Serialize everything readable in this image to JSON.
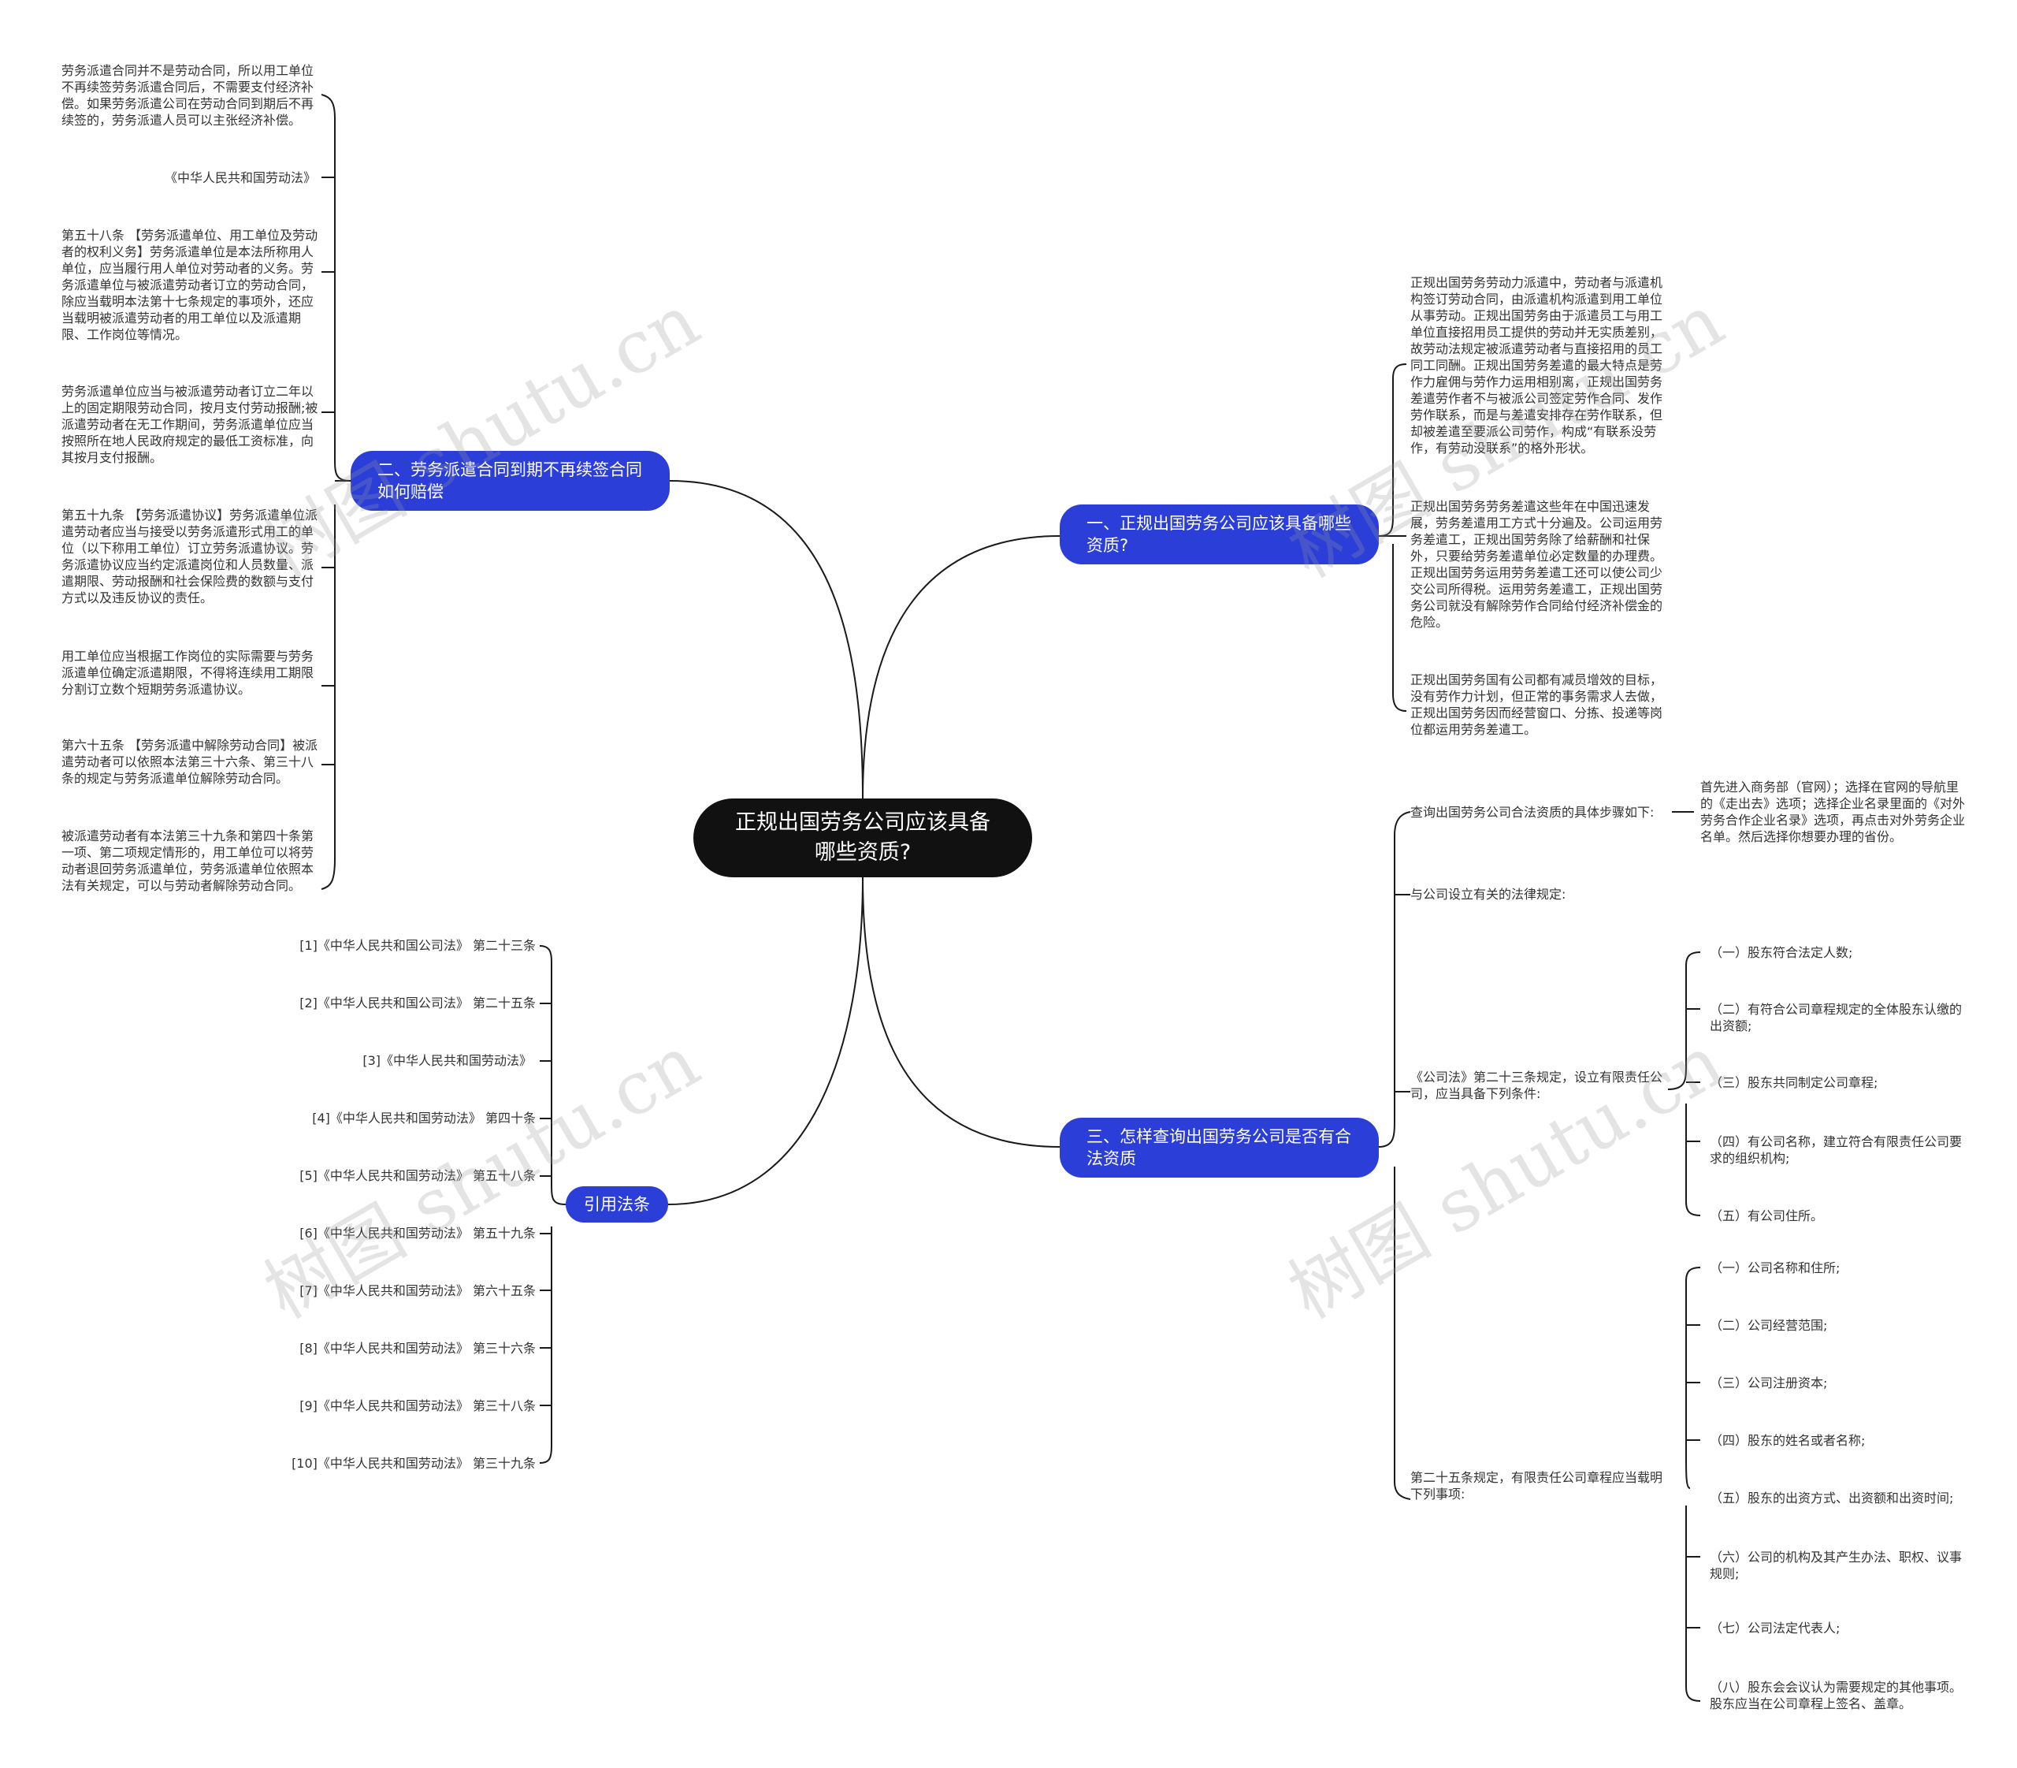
{
  "root": "正规出国劳务公司应该具备哪些资质?",
  "branches": {
    "b1": "一、正规出国劳务公司应该具备哪些资质?",
    "b2": "二、劳务派遣合同到期不再续签合同如何赔偿",
    "b3": "三、怎样查询出国劳务公司是否有合法资质",
    "b4": "引用法条"
  },
  "b1_leaves": [
    "正规出国劳务劳动力派遣中，劳动者与派遣机构签订劳动合同，由派遣机构派遣到用工单位从事劳动。正规出国劳务由于派遣员工与用工单位直接招用员工提供的劳动并无实质差别，故劳动法规定被派遣劳动者与直接招用的员工同工同酬。正规出国劳务差遣的最大特点是劳作力雇佣与劳作力运用相别离，正规出国劳务差遣劳作者不与被派公司签定劳作合同、发作劳作联系，而是与差遣安排存在劳作联系，但却被差遣至要派公司劳作，构成“有联系没劳作，有劳动没联系”的格外形状。",
    "正规出国劳务劳务差遣这些年在中国迅速发展，劳务差遣用工方式十分遍及。公司运用劳务差遣工，正规出国劳务除了给薪酬和社保外，只要给劳务差遣单位必定数量的办理费。正规出国劳务运用劳务差遣工还可以使公司少交公司所得税。运用劳务差遣工，正规出国劳务公司就没有解除劳作合同给付经济补偿金的危险。",
    "正规出国劳务国有公司都有减员增效的目标，没有劳作力计划，但正常的事务需求人去做，正规出国劳务因而经营窗口、分拣、投递等岗位都运用劳务差遣工。"
  ],
  "b2_leaves": [
    "劳务派遣合同并不是劳动合同，所以用工单位不再续签劳务派遣合同后，不需要支付经济补偿。如果劳务派遣公司在劳动合同到期后不再续签的，劳务派遣人员可以主张经济补偿。",
    "《中华人民共和国劳动法》",
    "第五十八条 【劳务派遣单位、用工单位及劳动者的权利义务】劳务派遣单位是本法所称用人单位，应当履行用人单位对劳动者的义务。劳务派遣单位与被派遣劳动者订立的劳动合同，除应当载明本法第十七条规定的事项外，还应当载明被派遣劳动者的用工单位以及派遣期限、工作岗位等情况。",
    "劳务派遣单位应当与被派遣劳动者订立二年以上的固定期限劳动合同，按月支付劳动报酬;被派遣劳动者在无工作期间，劳务派遣单位应当按照所在地人民政府规定的最低工资标准，向其按月支付报酬。",
    "第五十九条 【劳务派遣协议】劳务派遣单位派遣劳动者应当与接受以劳务派遣形式用工的单位（以下称用工单位）订立劳务派遣协议。劳务派遣协议应当约定派遣岗位和人员数量、派遣期限、劳动报酬和社会保险费的数额与支付方式以及违反协议的责任。",
    "用工单位应当根据工作岗位的实际需要与劳务派遣单位确定派遣期限，不得将连续用工期限分割订立数个短期劳务派遣协议。",
    "第六十五条 【劳务派遣中解除劳动合同】被派遣劳动者可以依照本法第三十六条、第三十八条的规定与劳务派遣单位解除劳动合同。",
    "被派遣劳动者有本法第三十九条和第四十条第一项、第二项规定情形的，用工单位可以将劳动者退回劳务派遣单位，劳务派遣单位依照本法有关规定，可以与劳动者解除劳动合同。"
  ],
  "b3_mid": [
    "查询出国劳务公司合法资质的具体步骤如下:",
    "与公司设立有关的法律规定:",
    "《公司法》第二十三条规定，设立有限责任公司，应当具备下列条件:",
    "第二十五条规定，有限责任公司章程应当载明下列事项:"
  ],
  "b3_step_detail": "首先进入商务部（官网）；选择在官网的导航里的《走出去》选项；选择企业名录里面的《对外劳务合作企业名录》选项，再点击对外劳务企业名单。然后选择你想要办理的省份。",
  "b3_conditions": [
    "（一）股东符合法定人数;",
    "（二）有符合公司章程规定的全体股东认缴的出资额;",
    "（三）股东共同制定公司章程;",
    "（四）有公司名称，建立符合有限责任公司要求的组织机构;",
    "（五）有公司住所。"
  ],
  "b3_articles": [
    "（一）公司名称和住所;",
    "（二）公司经营范围;",
    "（三）公司注册资本;",
    "（四）股东的姓名或者名称;",
    "（五）股东的出资方式、出资额和出资时间;",
    "（六）公司的机构及其产生办法、职权、议事规则;",
    "（七）公司法定代表人;",
    "（八）股东会会议认为需要规定的其他事项。股东应当在公司章程上签名、盖章。"
  ],
  "b4_leaves": [
    "[1]《中华人民共和国公司法》 第二十三条",
    "[2]《中华人民共和国公司法》 第二十五条",
    "[3]《中华人民共和国劳动法》",
    "[4]《中华人民共和国劳动法》 第四十条",
    "[5]《中华人民共和国劳动法》 第五十八条",
    "[6]《中华人民共和国劳动法》 第五十九条",
    "[7]《中华人民共和国劳动法》 第六十五条",
    "[8]《中华人民共和国劳动法》 第三十六条",
    "[9]《中华人民共和国劳动法》 第三十八条",
    "[10]《中华人民共和国劳动法》 第三十九条"
  ],
  "watermark": "树图 shutu.cn"
}
